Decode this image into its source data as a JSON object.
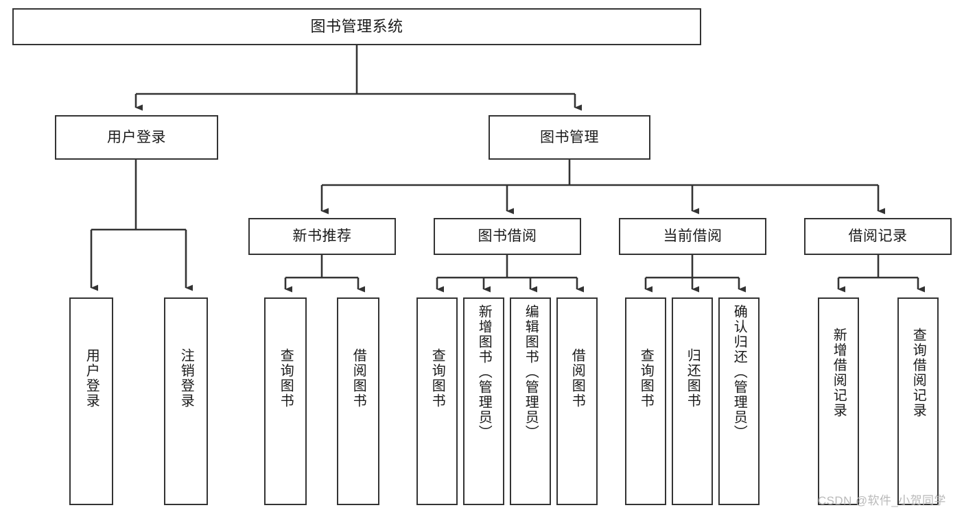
{
  "diagram": {
    "title": "图书管理系统",
    "type": "functional-structure-tree",
    "watermark": "CSDN @软件_小贺同学",
    "colors": {
      "box_border": "#333333",
      "box_fill": "#ffffff",
      "connector": "#333333",
      "text": "#1a1a1a",
      "watermark": "#b9b9b9",
      "background": "#ffffff"
    },
    "levels": {
      "root": "图书管理系统",
      "level2": [
        "用户登录",
        "图书管理"
      ],
      "level3": [
        "新书推荐",
        "图书借阅",
        "当前借阅",
        "借阅记录"
      ]
    },
    "nodes": {
      "root": {
        "label": "图书管理系统",
        "orientation": "horizontal"
      },
      "l2": [
        {
          "label": "用户登录",
          "orientation": "horizontal"
        },
        {
          "label": "图书管理",
          "orientation": "horizontal"
        }
      ],
      "l3": [
        {
          "label": "新书推荐",
          "orientation": "horizontal"
        },
        {
          "label": "图书借阅",
          "orientation": "horizontal"
        },
        {
          "label": "当前借阅",
          "orientation": "horizontal"
        },
        {
          "label": "借阅记录",
          "orientation": "horizontal"
        }
      ],
      "leaves": [
        {
          "label": "用户登录",
          "parent": "用户登录",
          "orientation": "vertical"
        },
        {
          "label": "注销登录",
          "parent": "用户登录",
          "orientation": "vertical"
        },
        {
          "label": "查询图书",
          "parent": "新书推荐",
          "orientation": "vertical"
        },
        {
          "label": "借阅图书",
          "parent": "新书推荐",
          "orientation": "vertical"
        },
        {
          "label": "查询图书",
          "parent": "图书借阅",
          "orientation": "vertical"
        },
        {
          "label": "新增图书（管理员）",
          "parent": "图书借阅",
          "orientation": "vertical"
        },
        {
          "label": "编辑图书（管理员）",
          "parent": "图书借阅",
          "orientation": "vertical"
        },
        {
          "label": "借阅图书",
          "parent": "图书借阅",
          "orientation": "vertical"
        },
        {
          "label": "查询图书",
          "parent": "当前借阅",
          "orientation": "vertical"
        },
        {
          "label": "归还图书",
          "parent": "当前借阅",
          "orientation": "vertical"
        },
        {
          "label": "确认归还（管理员）",
          "parent": "当前借阅",
          "orientation": "vertical"
        },
        {
          "label": "新增借阅记录",
          "parent": "借阅记录",
          "orientation": "vertical"
        },
        {
          "label": "查询借阅记录",
          "parent": "借阅记录",
          "orientation": "vertical"
        }
      ]
    }
  }
}
